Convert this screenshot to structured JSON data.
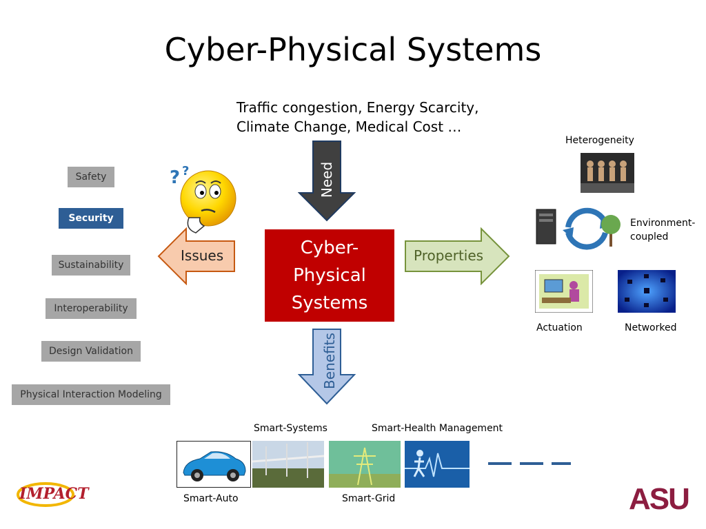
{
  "slide": {
    "title": "Cyber-Physical Systems",
    "need_text_line1": "Traffic congestion, Energy Scarcity,",
    "need_text_line2": "Climate Change, Medical Cost …"
  },
  "center": {
    "line1": "Cyber-",
    "line2": "Physical",
    "line3": "Systems"
  },
  "arrows": {
    "need": "Need",
    "issues": "Issues",
    "properties": "Properties",
    "benefits": "Benefits"
  },
  "issues_list": [
    "Safety",
    "Security",
    "Sustainability",
    "Interoperability",
    "Design Validation",
    "Physical Interaction Modeling"
  ],
  "properties_list": {
    "heterogeneity": "Heterogeneity",
    "environment_line1": "Environment-",
    "environment_line2": "coupled",
    "actuation": "Actuation",
    "networked": "Networked"
  },
  "benefits_list": {
    "smart_systems": "Smart-Systems",
    "smart_health": "Smart-Health Management",
    "smart_auto": "Smart-Auto",
    "smart_grid": "Smart-Grid"
  },
  "logos": {
    "impact": "IMPACT",
    "asu": "ASU"
  },
  "colors": {
    "center_red": "#c00000",
    "issues_arrow": "#f8cbad",
    "properties_arrow": "#d7e4bd",
    "need_arrow": "#404040",
    "benefits_arrow": "#b4c7e7",
    "security_blue": "#2e5e95",
    "asu_maroon": "#8c1d40"
  }
}
